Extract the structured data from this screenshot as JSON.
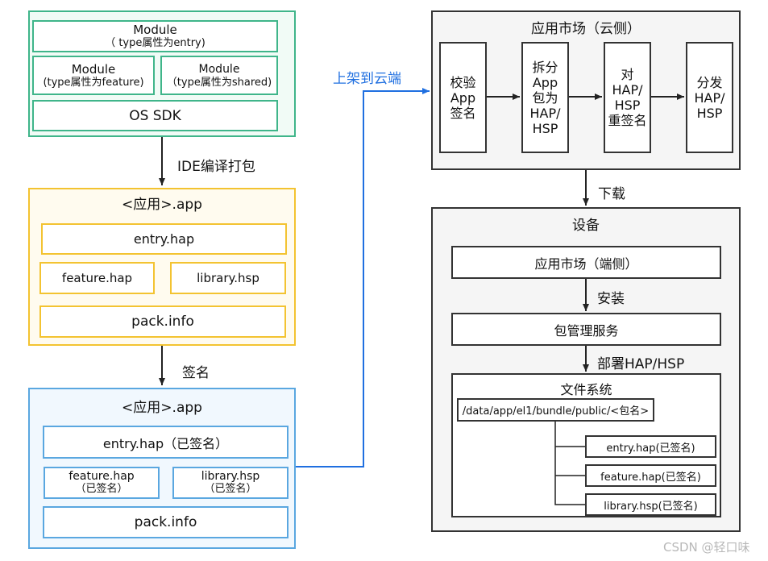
{
  "colors": {
    "green": "#3fb58a",
    "green_fill": "#f1fbf6",
    "yellow": "#f3c331",
    "yellow_fill": "#fffbef",
    "blue": "#5aa7e0",
    "blue_fill": "#f1f8fe",
    "gray": "#333333",
    "gray_fill": "#f5f5f5",
    "link_blue": "#1f6fe0"
  },
  "source": {
    "module_entry": {
      "line1": "Module",
      "line2": "（ type属性为entry)"
    },
    "module_feature": {
      "line1": "Module",
      "line2": "(type属性为feature)"
    },
    "module_shared": {
      "line1": "Module",
      "line2": "（type属性为shared)"
    },
    "os_sdk": "OS SDK"
  },
  "step_compile": "IDE编译打包",
  "unsigned_app": {
    "title": "<应用>.app",
    "entry": "entry.hap",
    "feature": "feature.hap",
    "library": "library.hsp",
    "pack": "pack.info"
  },
  "step_sign": "签名",
  "signed_app": {
    "title": "<应用>.app",
    "entry": "entry.hap（已签名）",
    "feature": {
      "line1": "feature.hap",
      "line2": "（已签名）"
    },
    "library": {
      "line1": "library.hsp",
      "line2": "（已签名）"
    },
    "pack": "pack.info"
  },
  "step_upload": "上架到云端",
  "cloud": {
    "title": "应用市场（云侧）",
    "steps": [
      {
        "lines": [
          "校验",
          "App",
          "签名"
        ]
      },
      {
        "lines": [
          "拆分",
          "App",
          "包为",
          "HAP/",
          "HSP"
        ]
      },
      {
        "lines": [
          "对",
          "HAP/",
          "HSP",
          "重签名"
        ]
      },
      {
        "lines": [
          "分发",
          "HAP/",
          "HSP"
        ]
      }
    ]
  },
  "step_download": "下载",
  "device": {
    "title": "设备",
    "market": "应用市场（端侧）",
    "step_install": "安装",
    "pkg_service": "包管理服务",
    "step_deploy": "部署HAP/HSP",
    "fs_title": "文件系统",
    "path": "/data/app/el1/bundle/public/<包名>",
    "files": [
      "entry.hap(已签名)",
      "feature.hap(已签名)",
      "library.hsp(已签名)"
    ]
  },
  "watermark": "CSDN @轻口味"
}
